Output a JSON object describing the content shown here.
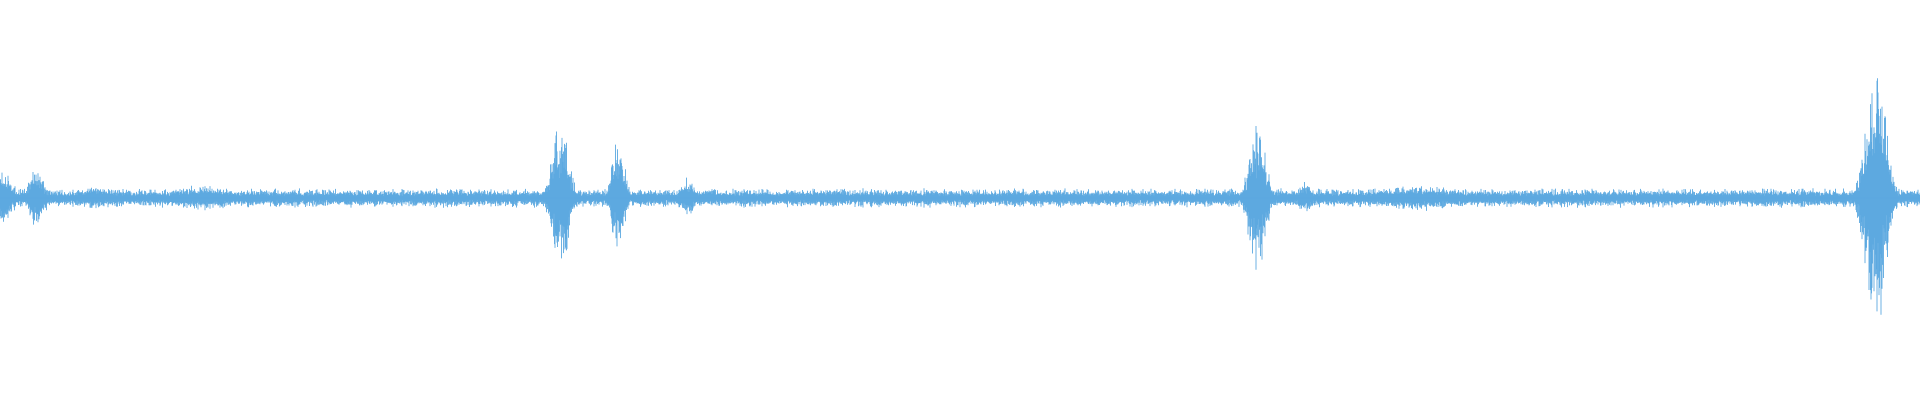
{
  "waveform": {
    "color": "#5DA9E0",
    "background": "#FFFFFF",
    "baseline_amplitude": 0.06,
    "bursts": [
      {
        "position": 0.0,
        "amplitude": 0.2,
        "spread": 0.006
      },
      {
        "position": 0.019,
        "amplitude": 0.2,
        "spread": 0.004
      },
      {
        "position": 0.05,
        "amplitude": 0.08,
        "spread": 0.01
      },
      {
        "position": 0.105,
        "amplitude": 0.09,
        "spread": 0.015
      },
      {
        "position": 0.292,
        "amplitude": 0.58,
        "spread": 0.004
      },
      {
        "position": 0.322,
        "amplitude": 0.45,
        "spread": 0.003
      },
      {
        "position": 0.358,
        "amplitude": 0.14,
        "spread": 0.004
      },
      {
        "position": 0.655,
        "amplitude": 0.55,
        "spread": 0.004
      },
      {
        "position": 0.68,
        "amplitude": 0.12,
        "spread": 0.003
      },
      {
        "position": 0.74,
        "amplitude": 0.09,
        "spread": 0.02
      },
      {
        "position": 0.977,
        "amplitude": 0.95,
        "spread": 0.005
      }
    ]
  }
}
